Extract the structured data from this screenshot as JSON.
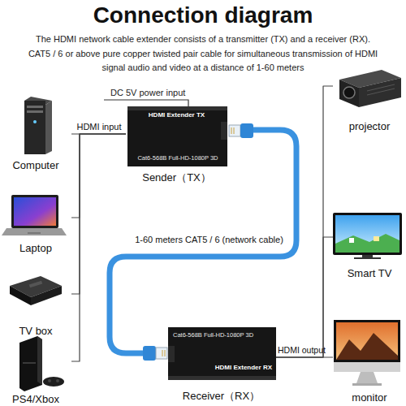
{
  "diagram": {
    "title": "Connection diagram",
    "nodes": [
      {
        "text": [
          "Computer"
        ]
      },
      {
        "text": [
          "Laptop"
        ]
      },
      {
        "text": [
          "TV box"
        ]
      },
      {
        "text": [
          "PS4/Xbox"
        ]
      },
      {
        "text": [
          "HDMI Extender TX",
          "Cat6-568B Full-HD-1080P 3D",
          "Sender（TX）"
        ]
      },
      {
        "text": [
          "HDMI Extender RX",
          "Cat6-568B Full-HD-1080P 3D",
          "Receiver（RX）"
        ]
      },
      {
        "text": [
          "projector"
        ]
      },
      {
        "text": [
          "Smart TV"
        ]
      },
      {
        "text": [
          "monitor"
        ]
      }
    ],
    "edges": [
      {
        "from": 0,
        "to": 4,
        "arrow": "none",
        "label": "HDMI input"
      },
      {
        "from": 1,
        "to": 4,
        "arrow": "none"
      },
      {
        "from": 2,
        "to": 4,
        "arrow": "none"
      },
      {
        "from": 3,
        "to": 4,
        "arrow": "none"
      },
      {
        "from": 4,
        "to": 5,
        "arrow": "none",
        "label": "1-60 meters CAT5 / 6 (network cable)"
      },
      {
        "from": 5,
        "to": 6,
        "arrow": "none"
      },
      {
        "from": 5,
        "to": 7,
        "arrow": "none"
      },
      {
        "from": 5,
        "to": 8,
        "arrow": "none",
        "label": "HDMI output"
      }
    ],
    "labels": [
      "The HDMI network cable extender consists of a transmitter (TX) and a receiver (RX). CAT5 / 6 or above pure copper twisted pair cable for simultaneous transmission of HDMI signal audio and video at a distance of 1-60 meters",
      "DC 5V power input"
    ]
  }
}
